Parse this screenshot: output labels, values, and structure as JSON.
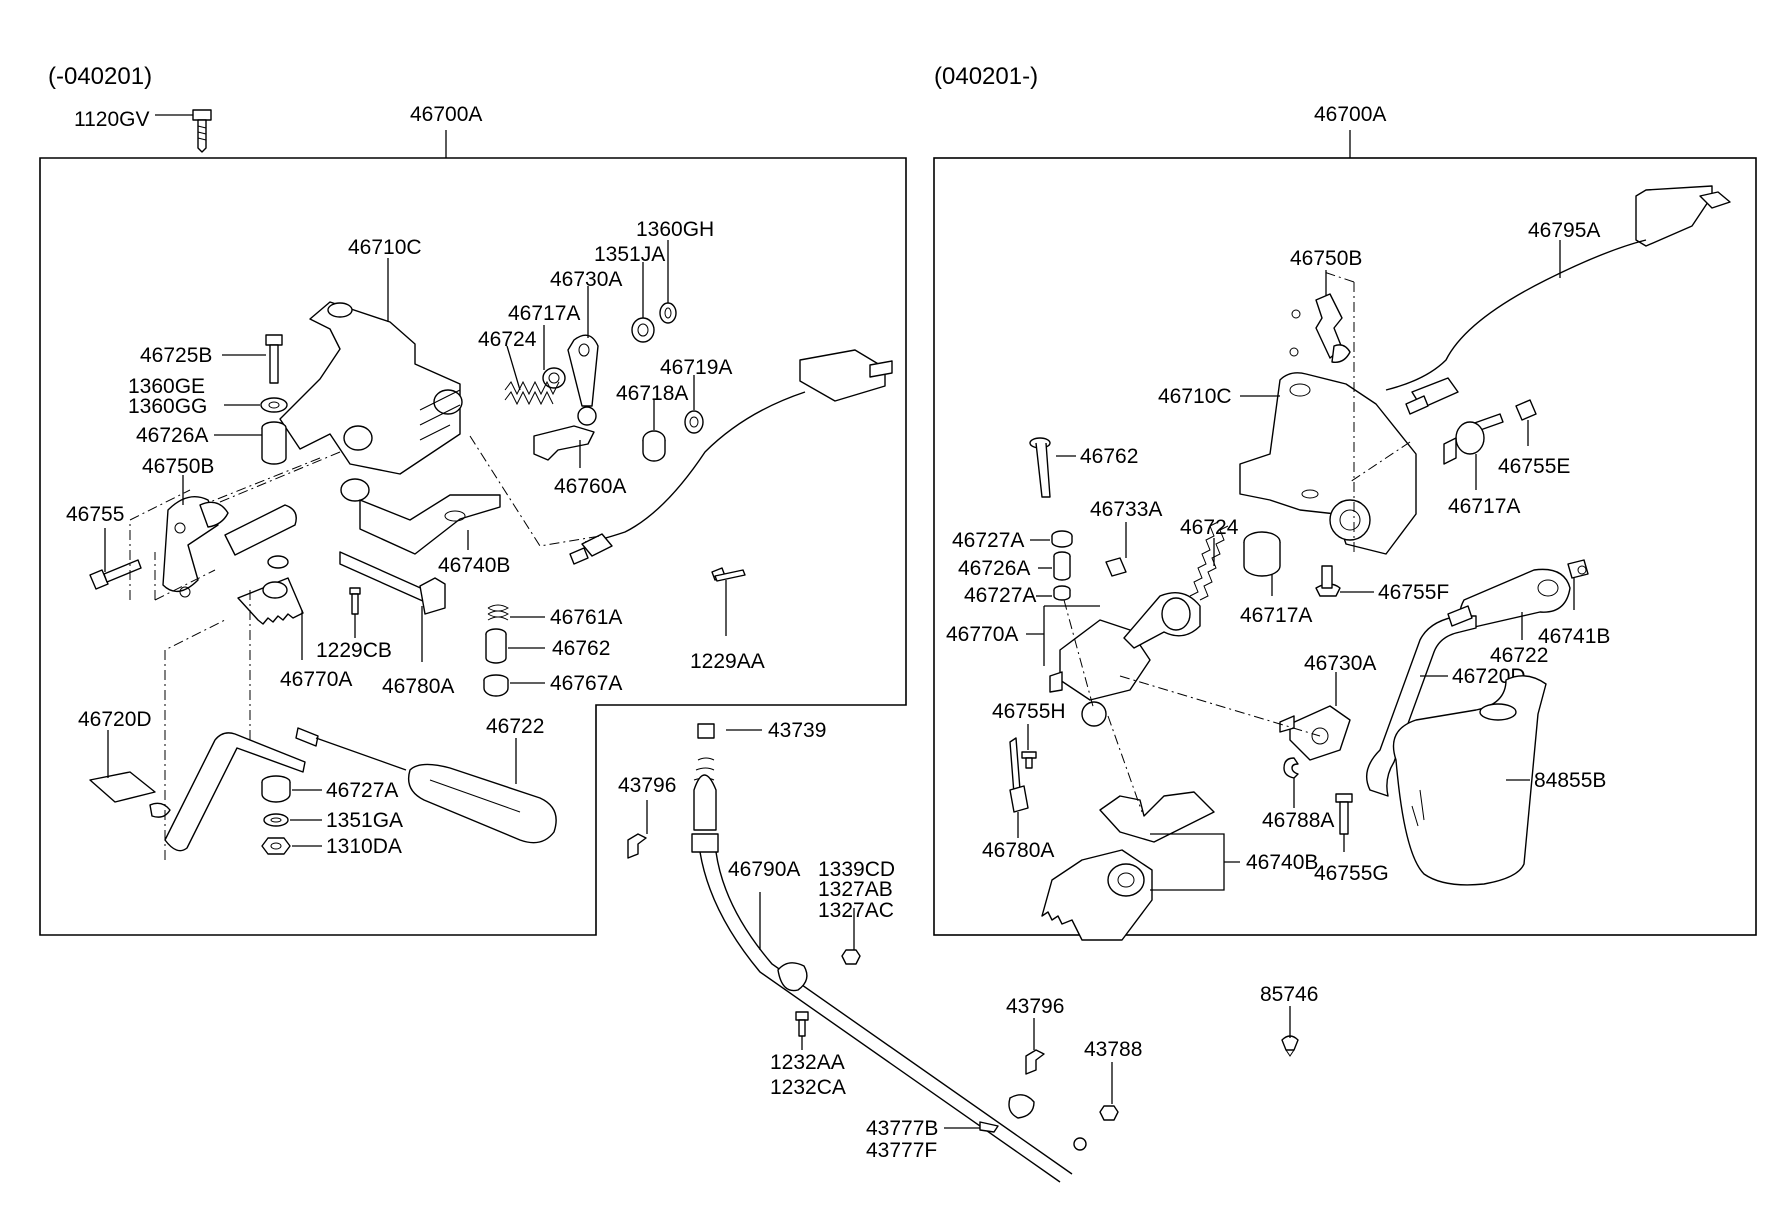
{
  "left": {
    "period": "(-040201)",
    "assembly": "46700A",
    "labels": {
      "p1120GV": "1120GV",
      "p46710C": "46710C",
      "p1360GH": "1360GH",
      "p1351JA": "1351JA",
      "p46730A": "46730A",
      "p46717A": "46717A",
      "p46724": "46724",
      "p46725B": "46725B",
      "p1360GE": "1360GE",
      "p1360GG": "1360GG",
      "p46726A": "46726A",
      "p46750B": "46750B",
      "p46719A": "46719A",
      "p46718A": "46718A",
      "p46760A": "46760A",
      "p46755": "46755",
      "p46740B": "46740B",
      "p1229CB": "1229CB",
      "p46761A": "46761A",
      "p46762": "46762",
      "p46767A": "46767A",
      "p46770A": "46770A",
      "p46780A": "46780A",
      "p1229AA": "1229AA",
      "p46720D": "46720D",
      "p46722": "46722",
      "p46727A": "46727A",
      "p1351GA": "1351GA",
      "p1310DA": "1310DA"
    }
  },
  "right": {
    "period": "(040201-)",
    "assembly": "46700A",
    "labels": {
      "p46750B": "46750B",
      "p46795A": "46795A",
      "p46710C": "46710C",
      "p46762": "46762",
      "p46755E": "46755E",
      "p46733A": "46733A",
      "p46717A_top": "46717A",
      "p46727A_1": "46727A",
      "p46724": "46724",
      "p46726A": "46726A",
      "p46755F": "46755F",
      "p46727A_2": "46727A",
      "p46717A_mid": "46717A",
      "p46741B": "46741B",
      "p46722": "46722",
      "p46770A": "46770A",
      "p46730A": "46730A",
      "p46720D": "46720D",
      "p46755H": "46755H",
      "p84855B": "84855B",
      "p46788A": "46788A",
      "p46780A": "46780A",
      "p46740B": "46740B",
      "p46755G": "46755G"
    }
  },
  "cable": {
    "labels": {
      "p43739": "43739",
      "p43796_top": "43796",
      "p46790A": "46790A",
      "p1339CD": "1339CD",
      "p1327AB": "1327AB",
      "p1327AC": "1327AC",
      "p1232AA": "1232AA",
      "p1232CA": "1232CA",
      "p43796_bot": "43796",
      "p43788": "43788",
      "p43777B": "43777B",
      "p43777F": "43777F",
      "p85746": "85746"
    }
  }
}
